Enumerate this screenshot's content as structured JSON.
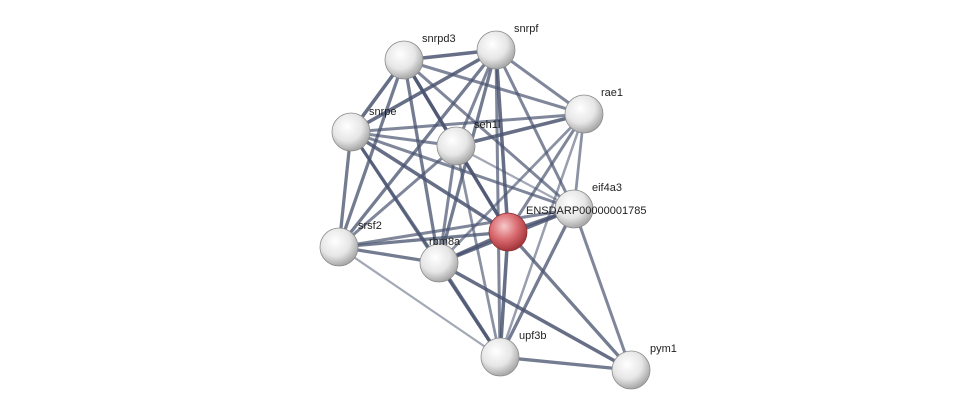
{
  "network": {
    "node_color_default": "#e8e8e8",
    "node_color_query": "#d96a6f",
    "edge_color": "#4a5470",
    "nodes": [
      {
        "id": "snrpd3",
        "label": "snrpd3",
        "query": false
      },
      {
        "id": "snrpf",
        "label": "snrpf",
        "query": false
      },
      {
        "id": "rae1",
        "label": "rae1",
        "query": false
      },
      {
        "id": "snrpe",
        "label": "snrpe",
        "query": false
      },
      {
        "id": "seh1l",
        "label": "seh1l",
        "query": false
      },
      {
        "id": "eif4a3",
        "label": "eif4a3",
        "query": false
      },
      {
        "id": "ensdar",
        "label": "ENSDARP00000001785",
        "query": true
      },
      {
        "id": "srsf2",
        "label": "srsf2",
        "query": false
      },
      {
        "id": "rbm8a",
        "label": "rbm8a",
        "query": false
      },
      {
        "id": "upf3b",
        "label": "upf3b",
        "query": false
      },
      {
        "id": "pym1",
        "label": "pym1",
        "query": false
      }
    ],
    "edges": [
      {
        "source": "snrpd3",
        "target": "snrpf",
        "score": 0.9
      },
      {
        "source": "snrpd3",
        "target": "snrpe",
        "score": 0.9
      },
      {
        "source": "snrpd3",
        "target": "seh1l",
        "score": 0.8
      },
      {
        "source": "snrpd3",
        "target": "rae1",
        "score": 0.7
      },
      {
        "source": "snrpd3",
        "target": "ensdar",
        "score": 0.9
      },
      {
        "source": "snrpd3",
        "target": "eif4a3",
        "score": 0.7
      },
      {
        "source": "snrpd3",
        "target": "srsf2",
        "score": 0.8
      },
      {
        "source": "snrpd3",
        "target": "rbm8a",
        "score": 0.8
      },
      {
        "source": "snrpf",
        "target": "snrpe",
        "score": 0.9
      },
      {
        "source": "snrpf",
        "target": "rae1",
        "score": 0.7
      },
      {
        "source": "snrpf",
        "target": "seh1l",
        "score": 0.7
      },
      {
        "source": "snrpf",
        "target": "ensdar",
        "score": 0.9
      },
      {
        "source": "snrpf",
        "target": "eif4a3",
        "score": 0.7
      },
      {
        "source": "snrpf",
        "target": "srsf2",
        "score": 0.8
      },
      {
        "source": "snrpf",
        "target": "rbm8a",
        "score": 0.8
      },
      {
        "source": "snrpf",
        "target": "upf3b",
        "score": 0.7
      },
      {
        "source": "snrpe",
        "target": "seh1l",
        "score": 0.7
      },
      {
        "source": "snrpe",
        "target": "rae1",
        "score": 0.7
      },
      {
        "source": "snrpe",
        "target": "ensdar",
        "score": 0.9
      },
      {
        "source": "snrpe",
        "target": "eif4a3",
        "score": 0.7
      },
      {
        "source": "snrpe",
        "target": "srsf2",
        "score": 0.8
      },
      {
        "source": "snrpe",
        "target": "rbm8a",
        "score": 0.8
      },
      {
        "source": "snrpe",
        "target": "upf3b",
        "score": 0.7
      },
      {
        "source": "seh1l",
        "target": "rae1",
        "score": 0.9
      },
      {
        "source": "seh1l",
        "target": "srsf2",
        "score": 0.7
      },
      {
        "source": "seh1l",
        "target": "rbm8a",
        "score": 0.7
      },
      {
        "source": "seh1l",
        "target": "ensdar",
        "score": 0.7
      },
      {
        "source": "seh1l",
        "target": "eif4a3",
        "score": 0.4
      },
      {
        "source": "seh1l",
        "target": "upf3b",
        "score": 0.6
      },
      {
        "source": "rae1",
        "target": "eif4a3",
        "score": 0.6
      },
      {
        "source": "rae1",
        "target": "ensdar",
        "score": 0.7
      },
      {
        "source": "rae1",
        "target": "rbm8a",
        "score": 0.6
      },
      {
        "source": "rae1",
        "target": "upf3b",
        "score": 0.5
      },
      {
        "source": "ensdar",
        "target": "eif4a3",
        "score": 0.9
      },
      {
        "source": "ensdar",
        "target": "rbm8a",
        "score": 0.9
      },
      {
        "source": "ensdar",
        "target": "srsf2",
        "score": 0.8
      },
      {
        "source": "ensdar",
        "target": "upf3b",
        "score": 0.9
      },
      {
        "source": "ensdar",
        "target": "pym1",
        "score": 0.8
      },
      {
        "source": "eif4a3",
        "target": "rbm8a",
        "score": 0.9
      },
      {
        "source": "eif4a3",
        "target": "upf3b",
        "score": 0.8
      },
      {
        "source": "eif4a3",
        "target": "pym1",
        "score": 0.7
      },
      {
        "source": "srsf2",
        "target": "rbm8a",
        "score": 0.8
      },
      {
        "source": "srsf2",
        "target": "eif4a3",
        "score": 0.7
      },
      {
        "source": "srsf2",
        "target": "upf3b",
        "score": 0.4
      },
      {
        "source": "rbm8a",
        "target": "upf3b",
        "score": 0.9
      },
      {
        "source": "rbm8a",
        "target": "pym1",
        "score": 0.9
      },
      {
        "source": "upf3b",
        "target": "pym1",
        "score": 0.8
      }
    ]
  }
}
